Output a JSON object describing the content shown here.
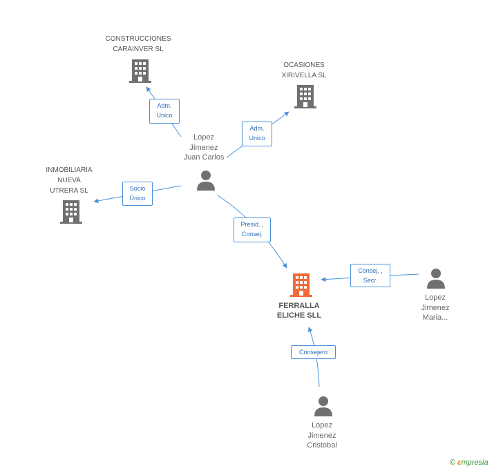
{
  "nodes": {
    "construcciones": {
      "label": "CONSTRUCCIONES\nCARAINVER SL",
      "icon": "building-icon",
      "color": "#707070"
    },
    "ocasiones": {
      "label": "OCASIONES\nXIRIVELLA SL",
      "icon": "building-icon",
      "color": "#707070"
    },
    "inmobiliaria": {
      "label": "INMOBILIARIA\nNUEVA\nUTRERA SL",
      "icon": "building-icon",
      "color": "#707070"
    },
    "ferralla": {
      "label": "FERRALLA\nELICHE SLL",
      "icon": "building-icon",
      "color": "#f26a35"
    },
    "juan_carlos": {
      "label": "Lopez\nJimenez\nJuan Carlos",
      "icon": "person-icon",
      "color": "#707070"
    },
    "maria": {
      "label": "Lopez\nJimenez\nMaria...",
      "icon": "person-icon",
      "color": "#707070"
    },
    "cristobal": {
      "label": "Lopez\nJimenez\nCristobal",
      "icon": "person-icon",
      "color": "#707070"
    }
  },
  "edges": {
    "adm_unico_1": "Adm.\nUnico",
    "adm_unico_2": "Adm.\nUnico",
    "socio_unico": "Socio\nÚnico",
    "presid_consej": "Presid. ,\nConsej.",
    "consej_secr": "Consej. ,\nSecr.",
    "consejero": "Consejero"
  },
  "colors": {
    "edge": "#4a90d9",
    "accent": "#f26a35",
    "node": "#707070"
  },
  "brand": {
    "copyright": "©",
    "e": "ε",
    "name": "mpresia"
  }
}
